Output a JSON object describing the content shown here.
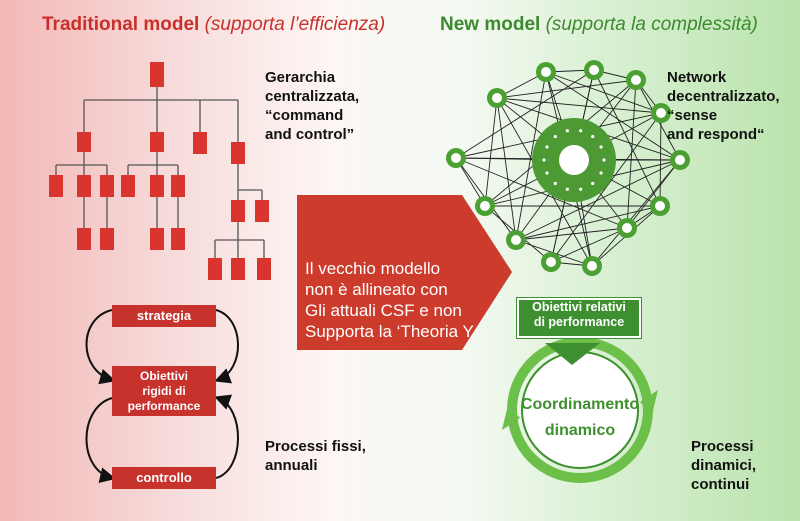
{
  "left": {
    "title": "Traditional model",
    "subtitle": "(supporta l’efficienza)",
    "hierarchy_caption": "Gerarchia\ncentralizzata,\n“command\nand control”",
    "cycle": {
      "strategy": "strategia",
      "objectives": "Obiettivi\nrigidi di\nperformance",
      "control": "controllo"
    },
    "process_caption": "Processi fissi,\nannuali"
  },
  "center": {
    "arrow_text": "Il vecchio modello\nnon è allineato con\nGli attuali CSF e non\nSupporta la ‘Theoria Y"
  },
  "right": {
    "title": "New model",
    "subtitle": "(supporta la complessità)",
    "network_caption": "Network\ndecentralizzato,\n“sense\nand respond“",
    "objectives_box": "Obiettivi relativi\ndi performance",
    "coordination": "Coordinamento\ndinamico",
    "process_caption": "Processi\ndinamici,\ncontinui"
  },
  "colors": {
    "red": "#c8322d",
    "green": "#3d8f2f",
    "light_green": "#6cc04a"
  }
}
